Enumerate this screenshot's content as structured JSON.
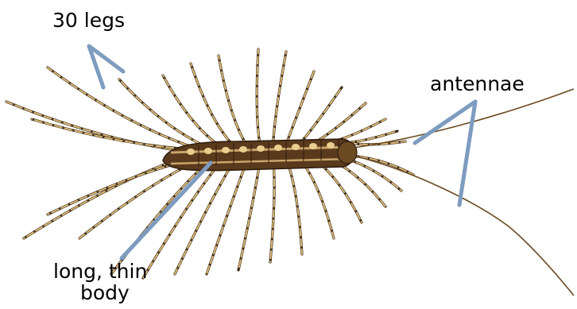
{
  "labels": {
    "legs": "30 legs",
    "antennae": "antennae",
    "body_line1": "long, thin",
    "body_line2": "body"
  },
  "colors": {
    "pointer": "#7d9cbf",
    "body_dark": "#5a3a1c",
    "body_light": "#c9a56a",
    "leg_light": "#d9b878",
    "leg_dark": "#3b2a18",
    "background": "#ffffff"
  },
  "illustration": {
    "subject": "house centipede",
    "leg_count": 30
  }
}
